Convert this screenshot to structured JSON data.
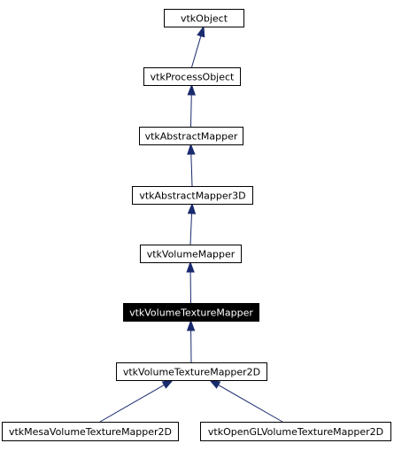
{
  "diagram": {
    "type": "inheritance-graph",
    "colors": {
      "edge": "#1a2a6e",
      "box_border": "#000000",
      "box_fill": "#ffffff",
      "selected_fill": "#000000",
      "selected_text": "#ffffff"
    },
    "nodes": [
      {
        "id": "vtkObject",
        "label": "vtkObject",
        "selected": false
      },
      {
        "id": "vtkProcessObject",
        "label": "vtkProcessObject",
        "selected": false
      },
      {
        "id": "vtkAbstractMapper",
        "label": "vtkAbstractMapper",
        "selected": false
      },
      {
        "id": "vtkAbstractMapper3D",
        "label": "vtkAbstractMapper3D",
        "selected": false
      },
      {
        "id": "vtkVolumeMapper",
        "label": "vtkVolumeMapper",
        "selected": false
      },
      {
        "id": "vtkVolumeTextureMapper",
        "label": "vtkVolumeTextureMapper",
        "selected": true
      },
      {
        "id": "vtkVolumeTextureMapper2D",
        "label": "vtkVolumeTextureMapper2D",
        "selected": false
      },
      {
        "id": "vtkMesaVolumeTextureMapper2D",
        "label": "vtkMesaVolumeTextureMapper2D",
        "selected": false
      },
      {
        "id": "vtkOpenGLVolumeTextureMapper2D",
        "label": "vtkOpenGLVolumeTextureMapper2D",
        "selected": false
      }
    ],
    "edges": [
      {
        "from": "vtkProcessObject",
        "to": "vtkObject"
      },
      {
        "from": "vtkAbstractMapper",
        "to": "vtkProcessObject"
      },
      {
        "from": "vtkAbstractMapper3D",
        "to": "vtkAbstractMapper"
      },
      {
        "from": "vtkVolumeMapper",
        "to": "vtkAbstractMapper3D"
      },
      {
        "from": "vtkVolumeTextureMapper",
        "to": "vtkVolumeMapper"
      },
      {
        "from": "vtkVolumeTextureMapper2D",
        "to": "vtkVolumeTextureMapper"
      },
      {
        "from": "vtkMesaVolumeTextureMapper2D",
        "to": "vtkVolumeTextureMapper2D"
      },
      {
        "from": "vtkOpenGLVolumeTextureMapper2D",
        "to": "vtkVolumeTextureMapper2D"
      }
    ]
  }
}
